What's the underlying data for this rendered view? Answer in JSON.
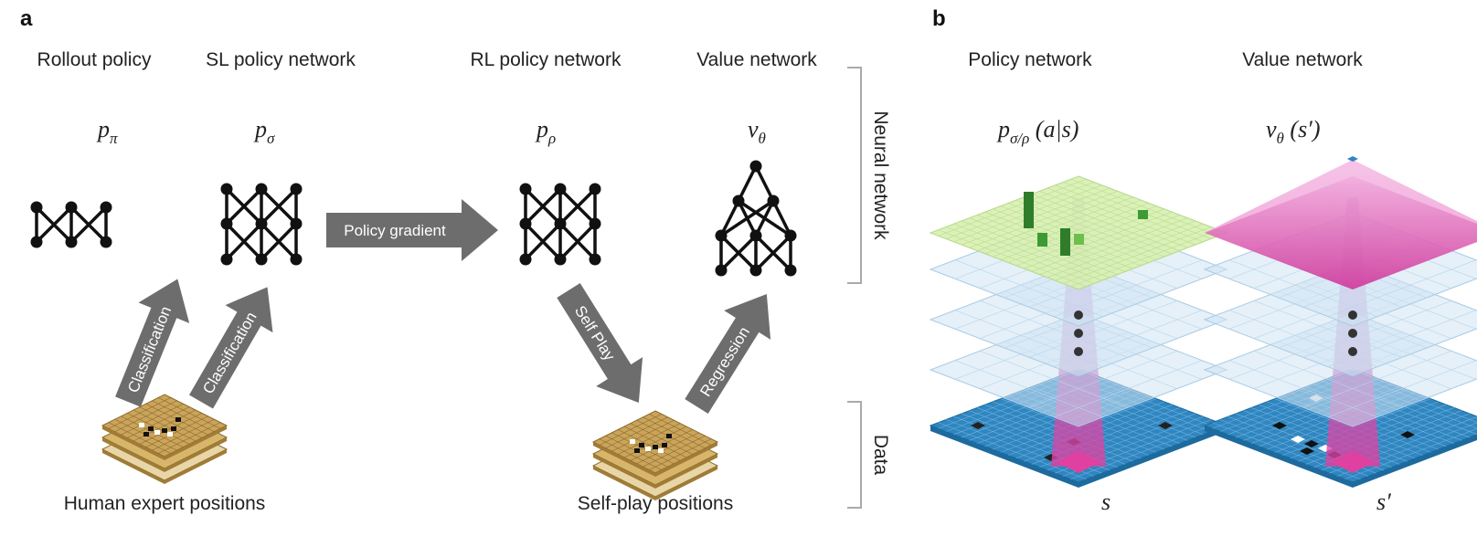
{
  "panel_a": {
    "label": "a",
    "titles": [
      "Rollout policy",
      "SL policy network",
      "RL policy network",
      "Value network"
    ],
    "symbols": [
      {
        "base": "p",
        "sub": "π"
      },
      {
        "base": "p",
        "sub": "σ"
      },
      {
        "base": "p",
        "sub": "ρ"
      },
      {
        "base": "ν",
        "sub": "θ"
      }
    ],
    "arrows": {
      "policy_gradient": "Policy gradient",
      "classification_left": "Classification",
      "classification_right": "Classification",
      "self_play": "Self Play",
      "regression": "Regression"
    },
    "datasets": [
      "Human expert positions",
      "Self-play positions"
    ],
    "brackets": {
      "neural_network": "Neural network",
      "data": "Data"
    }
  },
  "panel_b": {
    "label": "b",
    "titles": [
      "Policy network",
      "Value network"
    ],
    "policy_symbol": {
      "base": "p",
      "sub": "σ/ρ",
      "args": " (a|s)"
    },
    "value_symbol": {
      "base": "ν",
      "sub": "θ",
      "args": " (s′)"
    },
    "state_labels": [
      "s",
      "s′"
    ]
  },
  "colors": {
    "arrow": "#6d6d6d",
    "board": "#c9a45a",
    "policy_top": "#d8f0b0",
    "value_top": "#e060b8",
    "hidden_layer": "#cfe3f3",
    "input_layer": "#2f86c0",
    "focus": "#e040a0"
  }
}
